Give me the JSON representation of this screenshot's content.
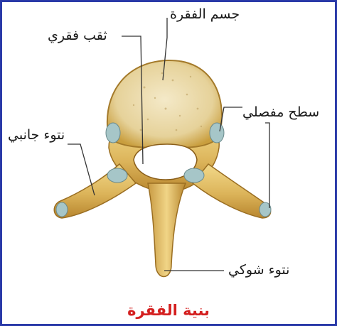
{
  "labels": {
    "vertebral_body": "جسم الفقرة",
    "vertebral_foramen": "ثقب فقري",
    "articular_surface": "سطح مفصلي",
    "transverse_process": "نتوء جانبي",
    "spinous_process": "نتوء شوكي"
  },
  "caption": "بنية الفقرة",
  "colors": {
    "border": "#2a3aa8",
    "caption": "#d42020",
    "bone": "#e3c46a",
    "cartilage": "#a6c6c8",
    "leader_line": "#333333"
  }
}
